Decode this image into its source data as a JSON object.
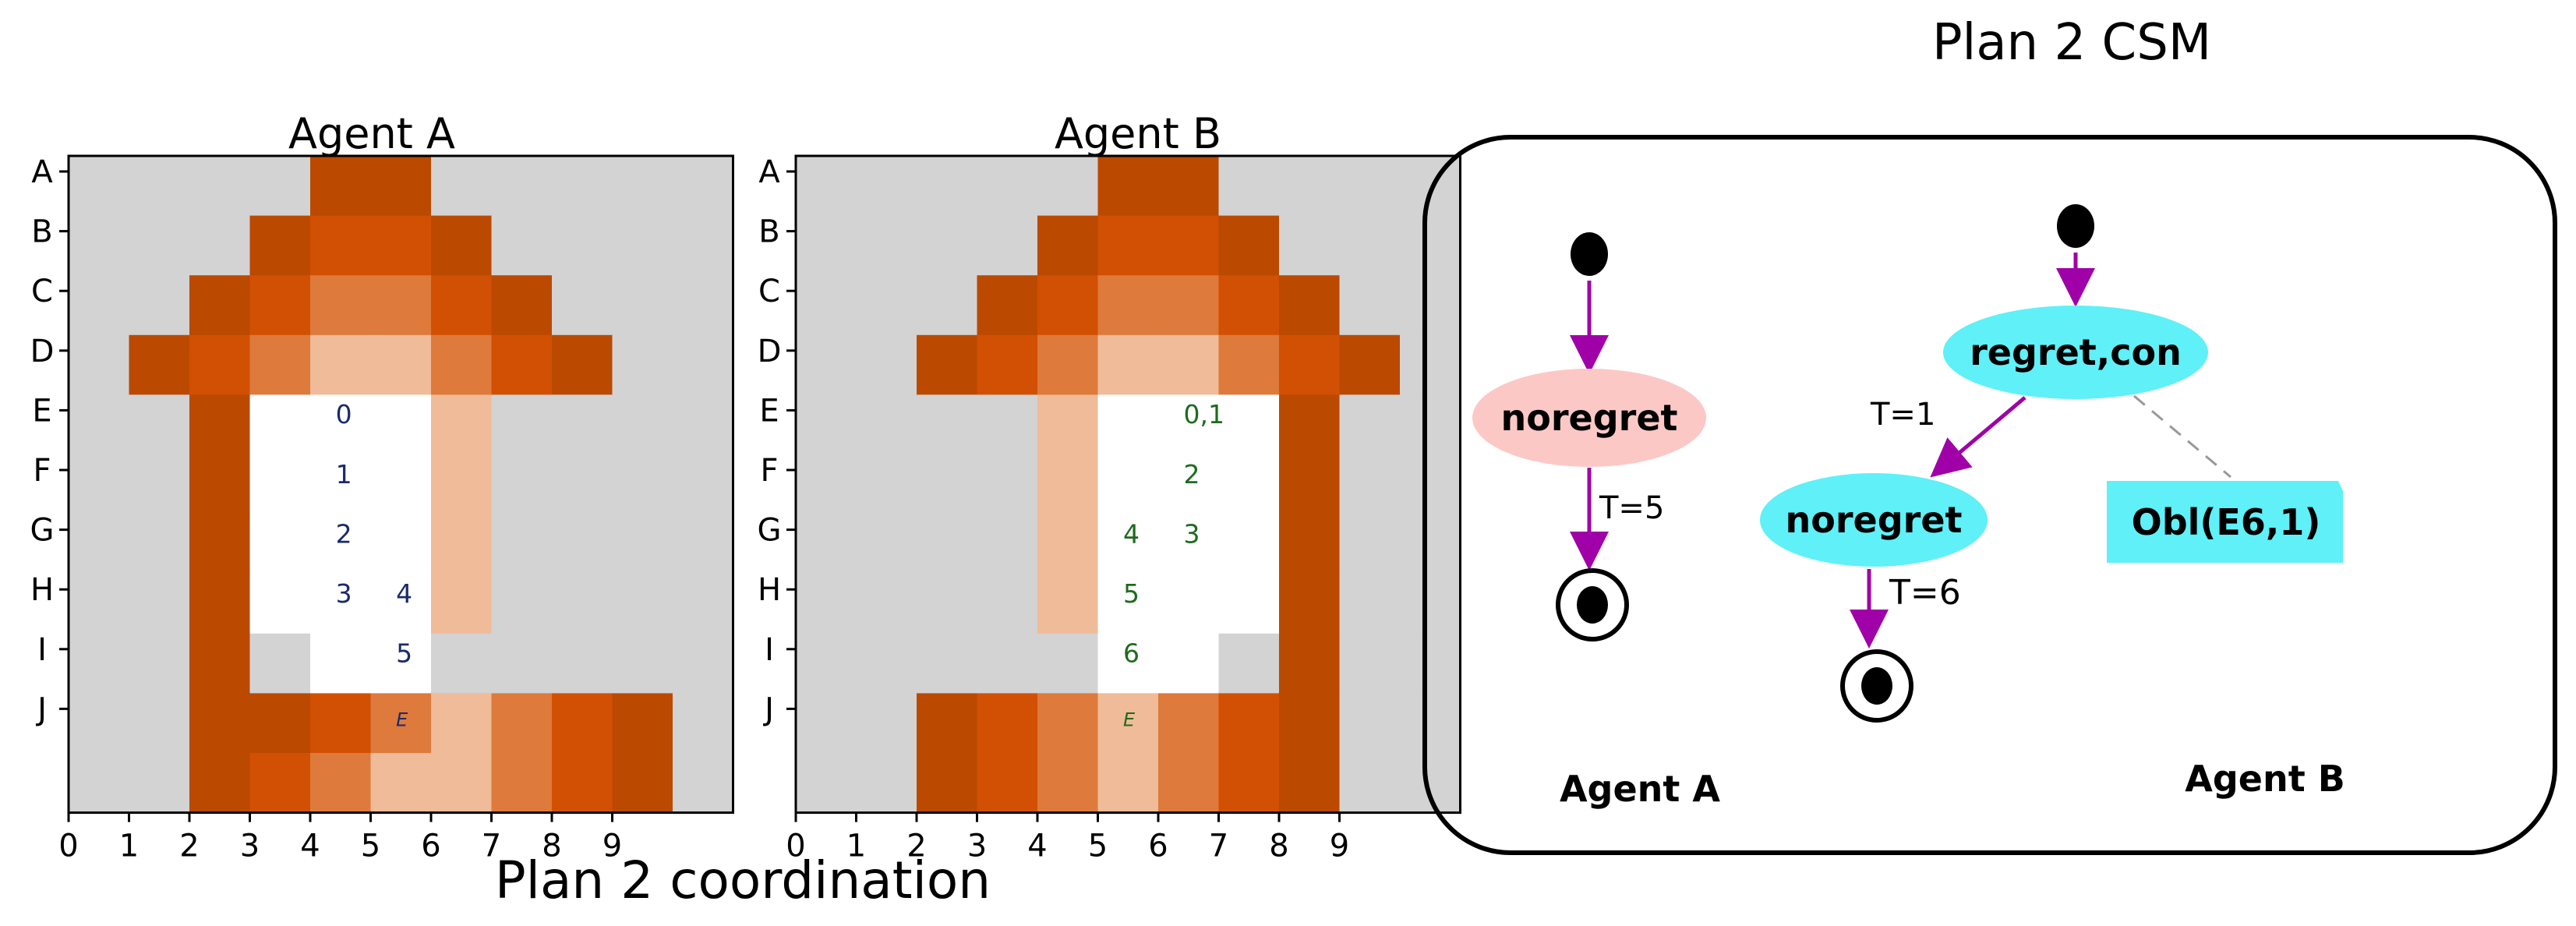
{
  "colors": {
    "background_cell": "#d3d3d3",
    "open_cell": "#ffffff",
    "heat_1": "#f0bb98",
    "heat_2": "#de7a3b",
    "heat_3": "#d25003",
    "heat_4": "#bb4900",
    "path_a_text": "#1a2a6c",
    "path_b_text": "#1e6b1e",
    "arrow": "#a000a8",
    "noregret_a_fill": "#fcc8c6",
    "cyan_fill": "#5ff0f8"
  },
  "grid": {
    "row_labels": [
      "A",
      "B",
      "C",
      "D",
      "E",
      "F",
      "G",
      "H",
      "I",
      "J"
    ],
    "col_labels": [
      "0",
      "1",
      "2",
      "3",
      "4",
      "5",
      "6",
      "7",
      "8",
      "9"
    ],
    "heat_key": {
      "0": "background_cell",
      "1": "heat_1",
      "2": "heat_2",
      "3": "heat_3",
      "4": "heat_4",
      "9": "open_cell"
    }
  },
  "panels": [
    {
      "title": "Agent A",
      "path_color_key": "path_a_text",
      "cells": [
        [
          0,
          0,
          0,
          0,
          4,
          4,
          0,
          0,
          0,
          0,
          0
        ],
        [
          0,
          0,
          0,
          4,
          3,
          3,
          4,
          0,
          0,
          0,
          0
        ],
        [
          0,
          0,
          4,
          3,
          2,
          2,
          3,
          4,
          0,
          0,
          0
        ],
        [
          0,
          4,
          3,
          2,
          1,
          1,
          2,
          3,
          4,
          0,
          0
        ],
        [
          0,
          0,
          4,
          9,
          9,
          9,
          1,
          0,
          0,
          0,
          0
        ],
        [
          0,
          0,
          4,
          9,
          9,
          9,
          1,
          0,
          0,
          0,
          0
        ],
        [
          0,
          0,
          4,
          9,
          9,
          9,
          1,
          0,
          0,
          0,
          0
        ],
        [
          0,
          0,
          4,
          9,
          9,
          9,
          1,
          0,
          0,
          0,
          0
        ],
        [
          0,
          0,
          4,
          0,
          9,
          9,
          0,
          0,
          0,
          0,
          0
        ],
        [
          0,
          0,
          4,
          4,
          3,
          2,
          1,
          2,
          3,
          4,
          0
        ],
        [
          0,
          0,
          4,
          3,
          2,
          1,
          1,
          2,
          3,
          4,
          0
        ]
      ],
      "cell_labels": [
        {
          "row": 4,
          "col": 4,
          "text": "0"
        },
        {
          "row": 5,
          "col": 4,
          "text": "1"
        },
        {
          "row": 6,
          "col": 4,
          "text": "2"
        },
        {
          "row": 7,
          "col": 4,
          "text": "3"
        },
        {
          "row": 7,
          "col": 5,
          "text": "4"
        },
        {
          "row": 8,
          "col": 5,
          "text": "5"
        },
        {
          "row": 9,
          "col": 5,
          "text": "E",
          "small": true
        }
      ]
    },
    {
      "title": "Agent B",
      "path_color_key": "path_b_text",
      "cells": [
        [
          0,
          0,
          0,
          0,
          0,
          4,
          4,
          0,
          0,
          0,
          0
        ],
        [
          0,
          0,
          0,
          0,
          4,
          3,
          3,
          4,
          0,
          0,
          0
        ],
        [
          0,
          0,
          0,
          4,
          3,
          2,
          2,
          3,
          4,
          0,
          0
        ],
        [
          0,
          0,
          4,
          3,
          2,
          1,
          1,
          2,
          3,
          4,
          0
        ],
        [
          0,
          0,
          0,
          0,
          1,
          9,
          9,
          9,
          4,
          0,
          0
        ],
        [
          0,
          0,
          0,
          0,
          1,
          9,
          9,
          9,
          4,
          0,
          0
        ],
        [
          0,
          0,
          0,
          0,
          1,
          9,
          9,
          9,
          4,
          0,
          0
        ],
        [
          0,
          0,
          0,
          0,
          1,
          9,
          9,
          9,
          4,
          0,
          0
        ],
        [
          0,
          0,
          0,
          0,
          0,
          9,
          9,
          0,
          4,
          0,
          0
        ],
        [
          0,
          0,
          4,
          3,
          2,
          1,
          2,
          3,
          4,
          0,
          0
        ],
        [
          0,
          0,
          4,
          3,
          2,
          1,
          2,
          3,
          4,
          0,
          0
        ]
      ],
      "cell_labels": [
        {
          "row": 4,
          "col": 6,
          "text": "0,1"
        },
        {
          "row": 5,
          "col": 6,
          "text": "2"
        },
        {
          "row": 6,
          "col": 6,
          "text": "3"
        },
        {
          "row": 6,
          "col": 5,
          "text": "4"
        },
        {
          "row": 7,
          "col": 5,
          "text": "5"
        },
        {
          "row": 8,
          "col": 5,
          "text": "6"
        },
        {
          "row": 9,
          "col": 5,
          "text": "E",
          "small": true
        }
      ]
    }
  ],
  "left_caption": "Plan 2 coordination",
  "csm": {
    "title": "Plan 2 CSM",
    "agent_a": {
      "label": "Agent A",
      "state": "noregret",
      "transition": "T=5"
    },
    "agent_b": {
      "label": "Agent B",
      "state_top": "regret,con",
      "state_bottom": "noregret",
      "transition_1": "T=1",
      "transition_2": "T=6",
      "obligation": "Obl(E6,1)"
    }
  }
}
